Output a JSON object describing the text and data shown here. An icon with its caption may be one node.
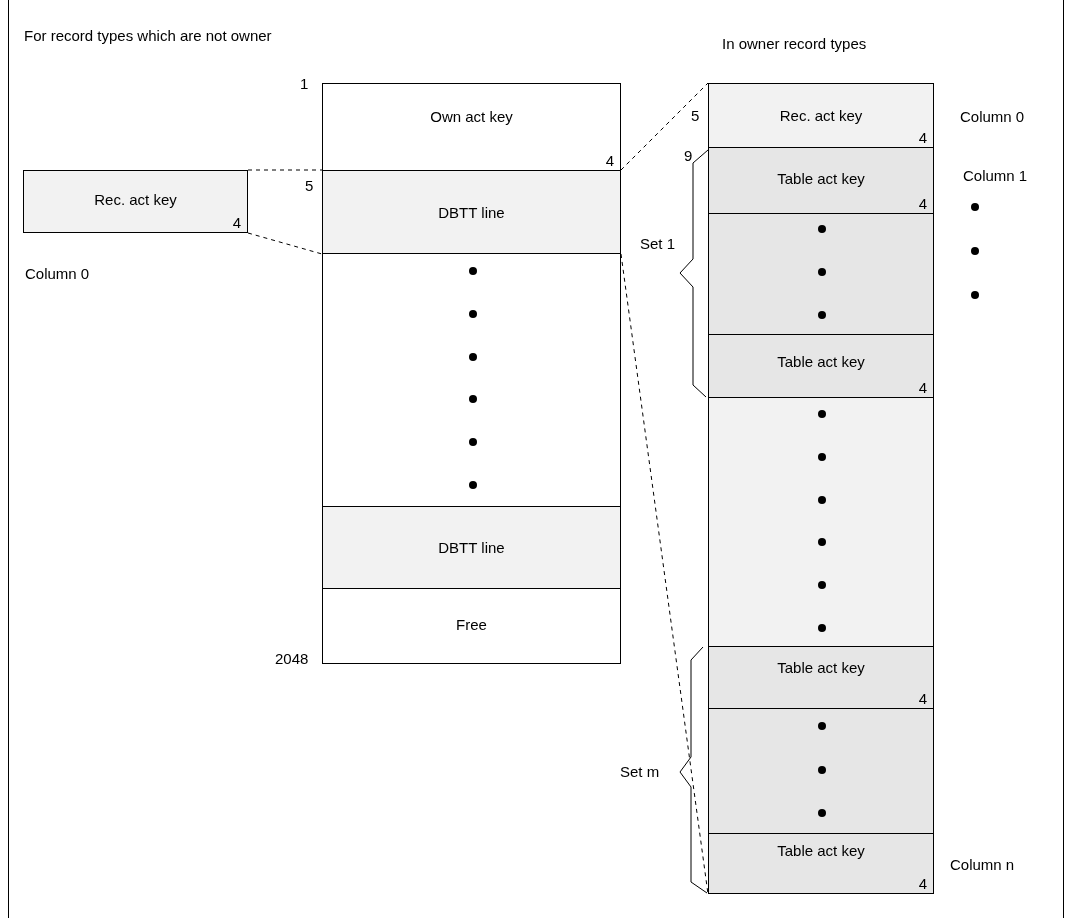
{
  "diagram": {
    "nodes": [
      {
        "text": [
          "Rec. act key",
          "4"
        ]
      },
      {
        "text": [
          "Own act key",
          "4"
        ],
        "beside": [
          "1"
        ]
      },
      {
        "text": [
          "DBTT line"
        ],
        "beside": [
          "5"
        ]
      },
      {
        "text": [],
        "shape": "box"
      },
      {
        "text": [
          "DBTT line"
        ]
      },
      {
        "text": [
          "Free"
        ],
        "beside": [
          "2048"
        ]
      },
      {
        "text": [
          "Rec. act key",
          "4"
        ],
        "beside": [
          "5"
        ]
      },
      {
        "text": [
          "Table act key",
          "4"
        ],
        "beside": [
          "9"
        ]
      },
      {
        "text": [],
        "shape": "box"
      },
      {
        "text": [
          "Table act key",
          "4"
        ]
      },
      {
        "text": [],
        "shape": "box"
      },
      {
        "text": [
          "Table act key",
          "4"
        ]
      },
      {
        "text": [],
        "shape": "box"
      },
      {
        "text": [
          "Table act key",
          "4"
        ]
      }
    ],
    "edges": [
      {
        "from": 0,
        "to": 2,
        "arrow": "none",
        "style": "dashed"
      },
      {
        "from": 0,
        "to": 2,
        "arrow": "none",
        "style": "dashed"
      },
      {
        "from": 2,
        "to": 6,
        "arrow": "none",
        "style": "dashed"
      },
      {
        "from": 2,
        "to": 13,
        "arrow": "none",
        "style": "dashed"
      }
    ],
    "labels": [
      "For record types which are not owner",
      "In owner record types",
      "Column 0",
      "Column 1",
      "Set 1",
      "Column 0",
      "Set m",
      "Column n"
    ]
  }
}
